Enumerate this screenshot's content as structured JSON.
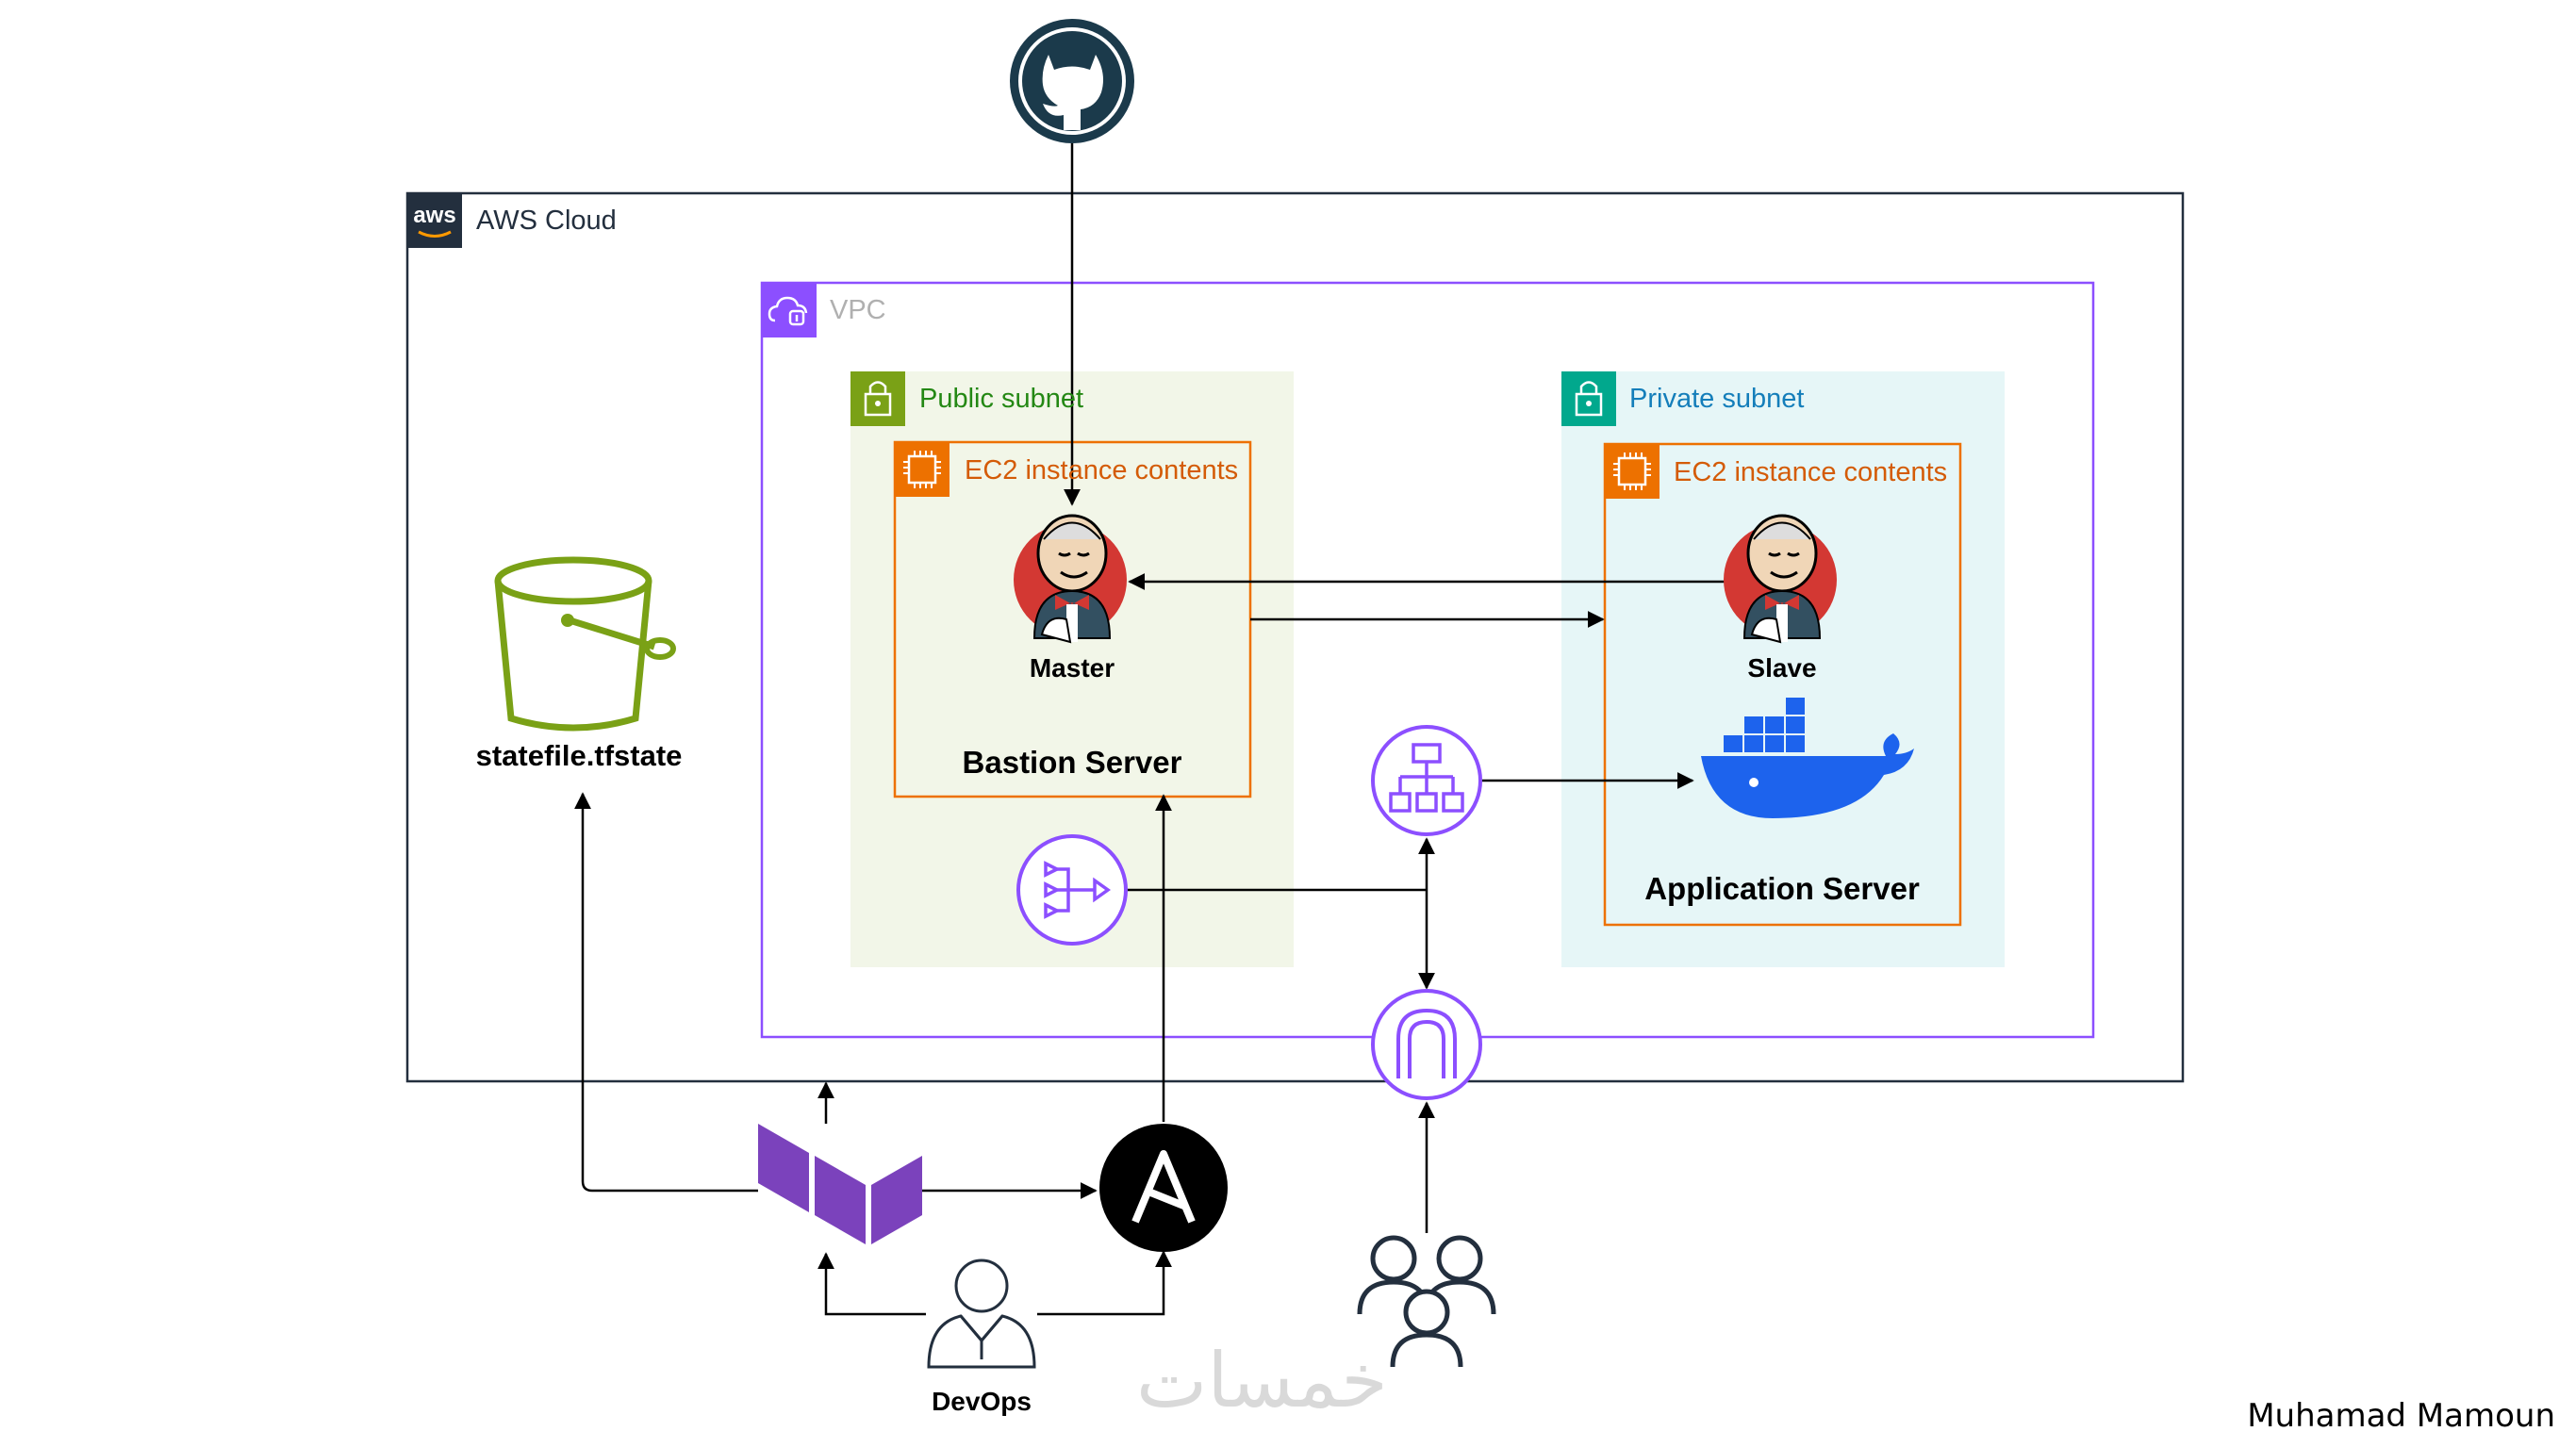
{
  "diagram": {
    "aws_cloud": {
      "label": "AWS Cloud",
      "badge": "aws"
    },
    "vpc": {
      "label": "VPC"
    },
    "public_subnet": {
      "label": "Public subnet"
    },
    "private_subnet": {
      "label": "Private subnet"
    },
    "ec2_public": {
      "label": "EC2 instance contents"
    },
    "ec2_private": {
      "label": "EC2 instance contents"
    },
    "master": {
      "label": "Master"
    },
    "slave": {
      "label": "Slave"
    },
    "bastion": {
      "label": "Bastion Server"
    },
    "application": {
      "label": "Application Server"
    },
    "statefile": {
      "label": "statefile.tfstate"
    },
    "devops": {
      "label": "DevOps"
    },
    "watermark": "خمسات",
    "signature": "Muhamad Mamoun"
  },
  "colors": {
    "aws_border": "#232f3e",
    "vpc": "#8c4fff",
    "public_subnet": "#7aa116",
    "public_fill": "#f2f6e8",
    "private_subnet": "#01a88d",
    "private_label": "#147eba",
    "private_fill": "#e6f6f7",
    "ec2": "#ed7100",
    "s3": "#7aa116",
    "terraform": "#7b42bc",
    "ansible": "#000000"
  },
  "icons": [
    "github-icon",
    "aws-logo-icon",
    "vpc-icon",
    "lock-icon",
    "ec2-chip-icon",
    "jenkins-icon",
    "docker-icon",
    "s3-bucket-icon",
    "terraform-icon",
    "ansible-icon",
    "user-icon",
    "users-group-icon",
    "load-balancer-icon",
    "nat-gateway-icon",
    "internet-gateway-icon"
  ]
}
